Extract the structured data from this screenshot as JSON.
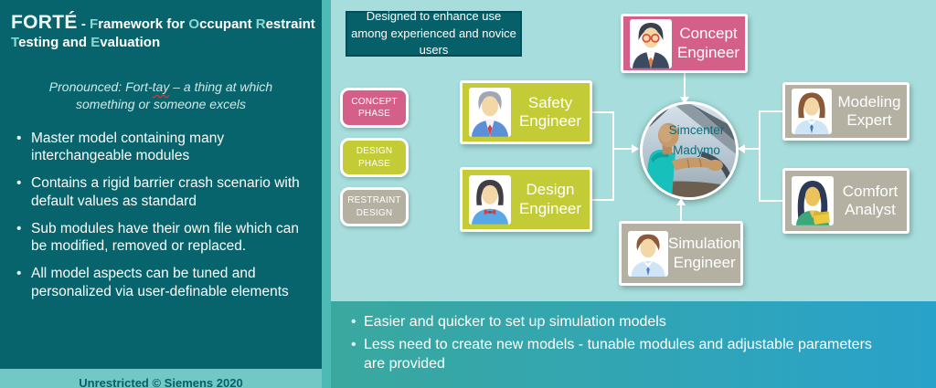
{
  "colors": {
    "left_panel_bg": "#07646d",
    "divider_strip": "#4ebab6",
    "right_bg": "#a7dedd",
    "note_box_bg": "#05606a",
    "phase_pink": "#d4608a",
    "phase_green": "#c3cb36",
    "phase_gray": "#b4b1a3",
    "bottom_bar_gradient_left": "#3aa89e",
    "bottom_bar_gradient_right": "#29a2ca",
    "footer_strip": "#72c8c5",
    "title_highlight": "#8fd8d2",
    "center_label_text": "#0d6e7c"
  },
  "left_panel": {
    "title_segments": [
      {
        "t": "FORTÉ"
      },
      {
        "t": " - "
      },
      {
        "t": "F"
      },
      {
        "t": "ramework for "
      },
      {
        "t": "O"
      },
      {
        "t": "ccupant "
      },
      {
        "t": "R"
      },
      {
        "t": "estraint "
      },
      {
        "t": "T"
      },
      {
        "t": "esting and "
      },
      {
        "t": "E"
      },
      {
        "t": "valuation"
      }
    ],
    "pronounced": {
      "pre": "Pronounced: Fort-",
      "wavy": "tay",
      "post": " – a thing at which something or someone excels"
    },
    "bullets": [
      "Master model containing many interchangeable modules",
      "Contains a rigid barrier crash scenario with default values as standard",
      "Sub modules have their own file which can be modified, removed or replaced.",
      "All model aspects can be tuned and personalized via user-definable elements"
    ],
    "footer": "Unrestricted © Siemens 2020"
  },
  "diagram": {
    "note": "Designed to enhance use among experienced and novice users",
    "phases": [
      {
        "line1": "CONCEPT",
        "line2": "PHASE"
      },
      {
        "line1": "DESIGN",
        "line2": "PHASE"
      },
      {
        "line1": "RESTRAINT",
        "line2": "DESIGN"
      }
    ],
    "center": {
      "line1": "Simcenter",
      "line2": "Madymo"
    },
    "roles": {
      "concept": {
        "line1": "Concept",
        "line2": "Engineer"
      },
      "safety": {
        "line1": "Safety",
        "line2": "Engineer"
      },
      "design": {
        "line1": "Design",
        "line2": "Engineer"
      },
      "modeling": {
        "line1": "Modeling",
        "line2": "Expert"
      },
      "comfort": {
        "line1": "Comfort",
        "line2": "Analyst"
      },
      "simulation": {
        "line1": "Simulation",
        "line2": "Engineer"
      }
    }
  },
  "bottom_bar": {
    "bullets": [
      "Easier and quicker to set up simulation models",
      "Less need to create new models - tunable modules and adjustable parameters are provided"
    ]
  }
}
